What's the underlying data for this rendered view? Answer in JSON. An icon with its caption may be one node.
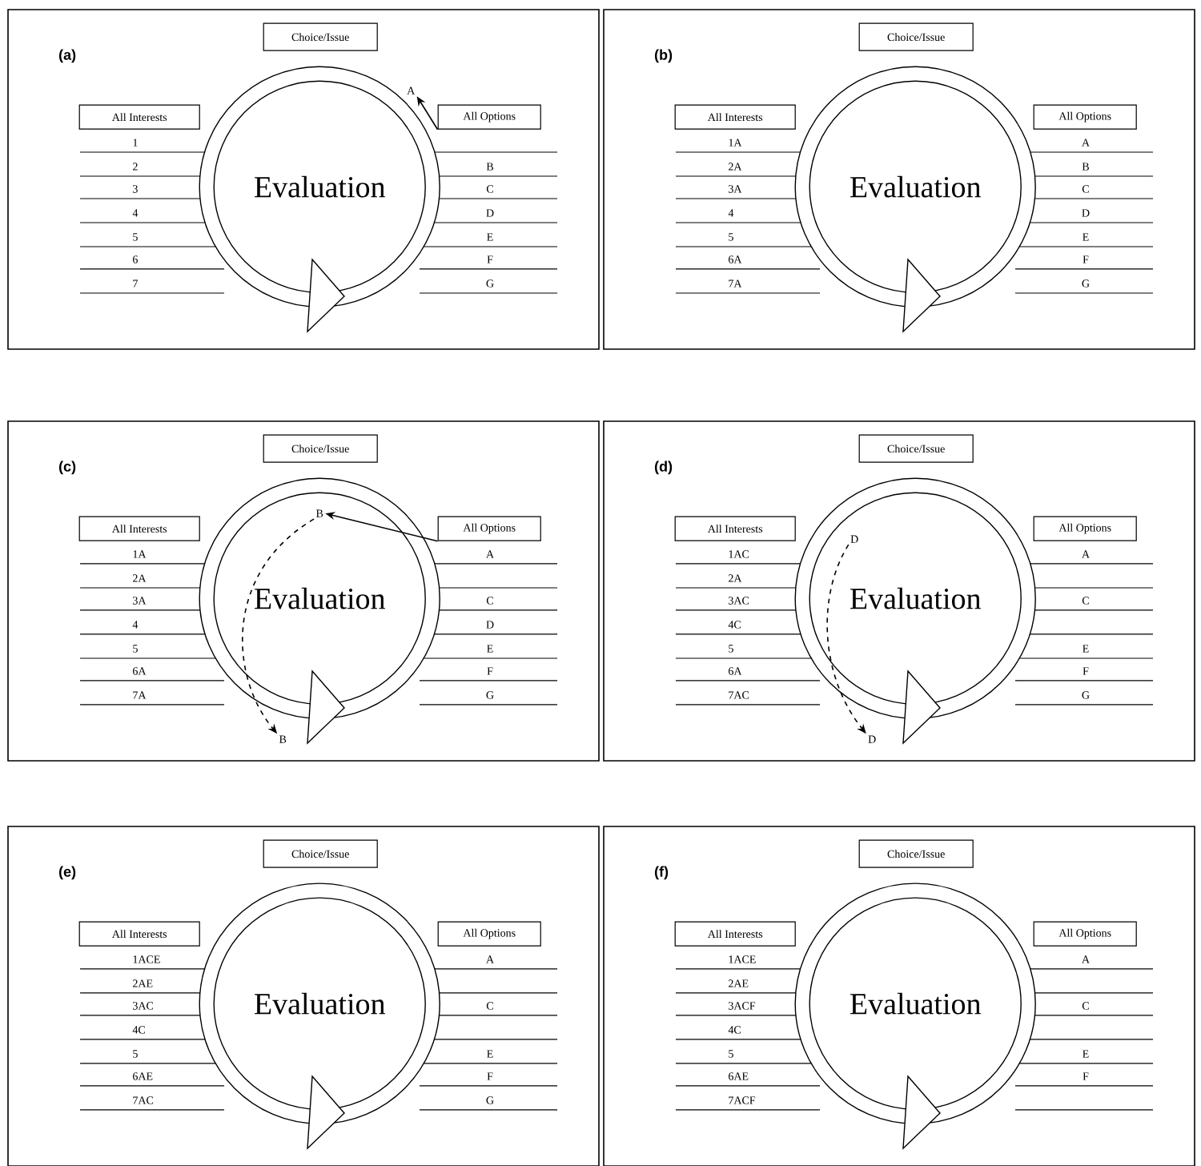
{
  "diagram": {
    "nodes": [
      {
        "text": [
          "(a)"
        ]
      },
      {
        "text": [
          "Choice/Issue"
        ],
        "in": 0
      },
      {
        "text": [
          "All Interests"
        ],
        "in": 0
      },
      {
        "text": [
          "All Options"
        ],
        "in": 0
      },
      {
        "text": [
          "Evaluation"
        ],
        "in": 0
      },
      {
        "text": [
          "A"
        ],
        "in": 0
      },
      {
        "text": [
          "(b)"
        ]
      },
      {
        "text": [
          "Choice/Issue"
        ],
        "in": 6
      },
      {
        "text": [
          "All Interests"
        ],
        "in": 6
      },
      {
        "text": [
          "All Options"
        ],
        "in": 6
      },
      {
        "text": [
          "Evaluation"
        ],
        "in": 6
      },
      {
        "text": [
          "(c)"
        ]
      },
      {
        "text": [
          "Choice/Issue"
        ],
        "in": 11
      },
      {
        "text": [
          "All Interests"
        ],
        "in": 11
      },
      {
        "text": [
          "All Options"
        ],
        "in": 11
      },
      {
        "text": [
          "Evaluation"
        ],
        "in": 11
      },
      {
        "text": [
          "B"
        ],
        "in": 15
      },
      {
        "text": [
          "B"
        ],
        "in": 11
      },
      {
        "text": [
          "(d)"
        ]
      },
      {
        "text": [
          "Choice/Issue"
        ],
        "in": 18
      },
      {
        "text": [
          "All Interests"
        ],
        "in": 18
      },
      {
        "text": [
          "All Options"
        ],
        "in": 18
      },
      {
        "text": [
          "Evaluation"
        ],
        "in": 18
      },
      {
        "text": [
          "D"
        ],
        "in": 22
      },
      {
        "text": [
          "D"
        ],
        "in": 18
      },
      {
        "text": [
          "(e)"
        ]
      },
      {
        "text": [
          "Choice/Issue"
        ],
        "in": 25
      },
      {
        "text": [
          "All Interests"
        ],
        "in": 25
      },
      {
        "text": [
          "All Options"
        ],
        "in": 25
      },
      {
        "text": [
          "Evaluation"
        ],
        "in": 25
      },
      {
        "text": [
          "(f)"
        ]
      },
      {
        "text": [
          "Choice/Issue"
        ],
        "in": 30
      },
      {
        "text": [
          "All Interests"
        ],
        "in": 30
      },
      {
        "text": [
          "All Options"
        ],
        "in": 30
      },
      {
        "text": [
          "Evaluation"
        ],
        "in": 30
      }
    ],
    "edges": [
      {
        "from": 3,
        "to": 5,
        "arrow": "to"
      },
      {
        "from": 14,
        "to": 16,
        "arrow": "to"
      },
      {
        "from": 16,
        "to": 17,
        "arrow": "to",
        "style": "dashed"
      },
      {
        "from": 23,
        "to": 24,
        "arrow": "to",
        "style": "dashed"
      }
    ],
    "labels": [
      "1",
      "2",
      "3",
      "4",
      "5",
      "6",
      "7",
      "B",
      "C",
      "D",
      "E",
      "F",
      "G",
      "1A",
      "2A",
      "3A",
      "4",
      "5",
      "6A",
      "7A",
      "A",
      "B",
      "C",
      "D",
      "E",
      "F",
      "G",
      "1A",
      "2A",
      "3A",
      "4",
      "5",
      "6A",
      "7A",
      "A",
      "C",
      "D",
      "E",
      "F",
      "G",
      "1AC",
      "2A",
      "3AC",
      "4C",
      "5",
      "6A",
      "7AC",
      "A",
      "C",
      "E",
      "F",
      "G",
      "1ACE",
      "2AE",
      "3AC",
      "4C",
      "5",
      "6AE",
      "7AC",
      "A",
      "C",
      "E",
      "F",
      "G",
      "1ACE",
      "2AE",
      "3ACF",
      "4C",
      "5",
      "6AE",
      "7ACF",
      "A",
      "C",
      "E",
      "F"
    ]
  }
}
